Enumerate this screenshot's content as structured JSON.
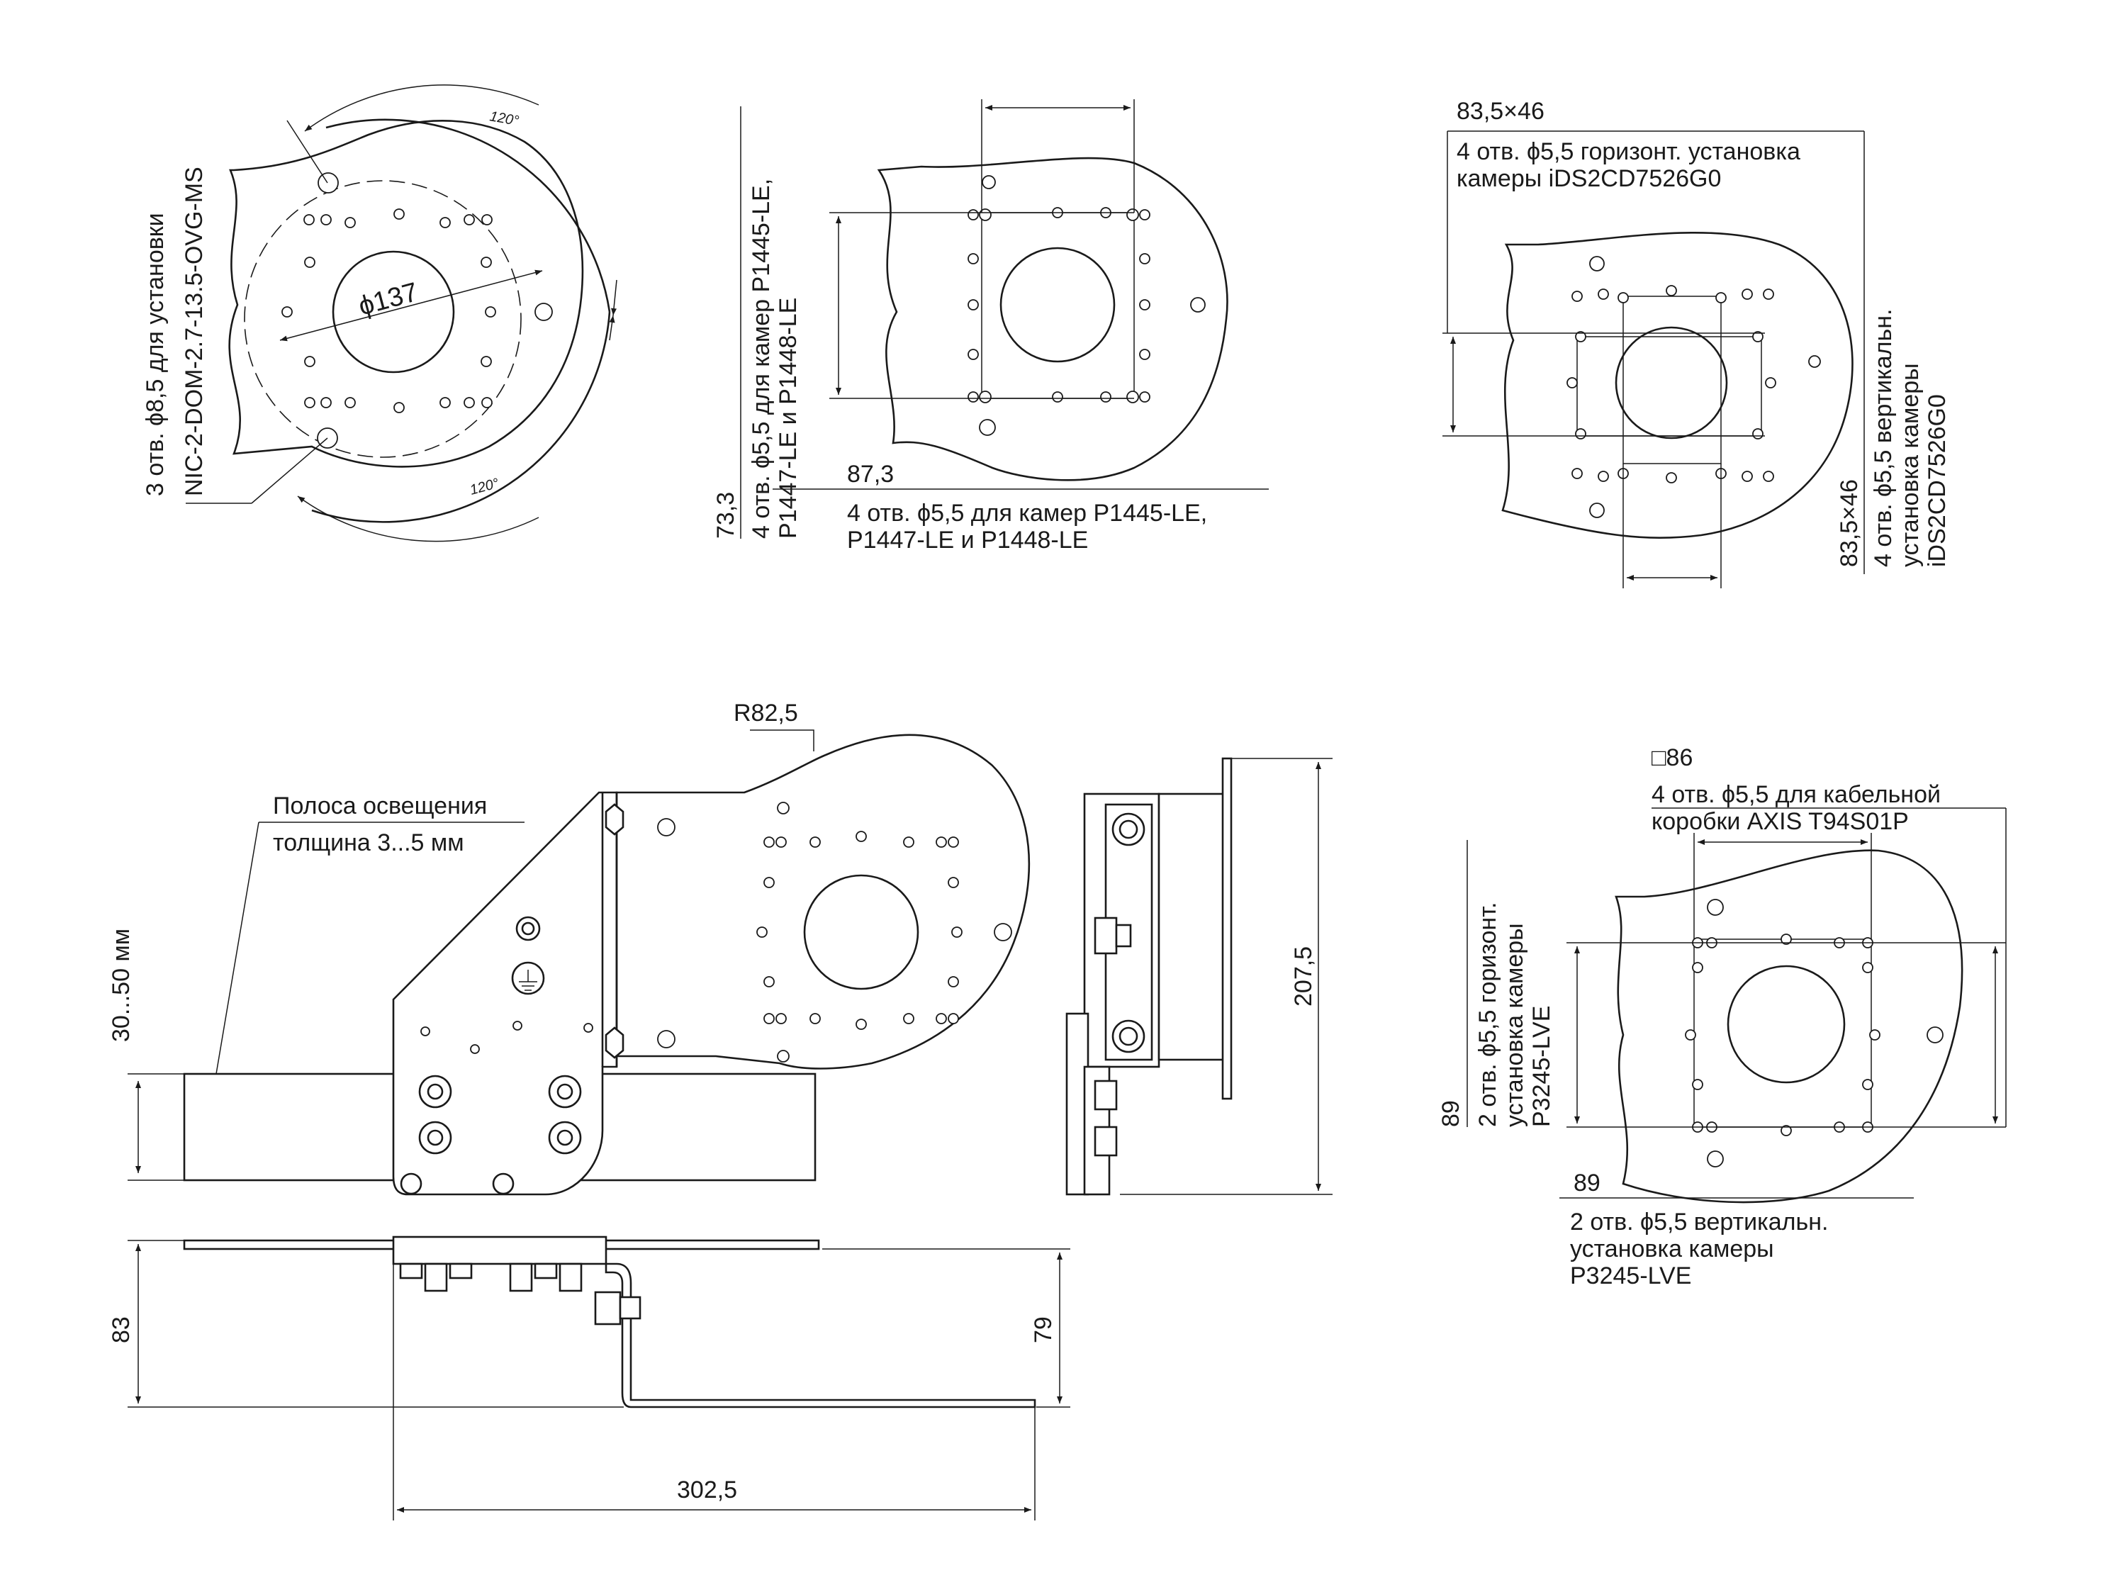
{
  "views": {
    "dome_mount": {
      "callout": "3 отв. ϕ8,5 для установки",
      "callout_model": "NIC-2-DOM-2.7-13.5-OVG-MS",
      "diameter": "ϕ137",
      "angle_top": "120°",
      "angle_bottom": "120°"
    },
    "axis_p1445": {
      "height_dim": "73,3",
      "width_dim": "87,3",
      "side_text": [
        "4 отв. ϕ5,5 для камер P1445-LE,",
        "P1447-LE и P1448-LE"
      ],
      "bottom_text": [
        "4 отв. ϕ5,5 для камер P1445-LE,",
        "P1447-LE и P1448-LE"
      ]
    },
    "ids_mount": {
      "top_dim": "83,5×46",
      "top_text": [
        "4 отв. ϕ5,5 горизонт. установка",
        "камеры iDS2CD7526G0"
      ],
      "side_dim": "83,5×46",
      "side_text": [
        "4 отв. ϕ5,5 вертикальн.",
        "установка камеры",
        "iDS2CD7526G0"
      ]
    },
    "front_view": {
      "radius": "R82,5",
      "strip_label": [
        "Полоса освещения",
        "толщина 3...5 мм"
      ],
      "strip_range": "30...50 мм",
      "ground_symbol": "ground-symbol"
    },
    "side_view": {
      "height_dim": "207,5"
    },
    "top_view": {
      "width_dim": "302,5",
      "total_height": "83",
      "inner_height": "79"
    },
    "axis_p3245": {
      "square_dim": "□86",
      "top_text": [
        "4 отв. ϕ5,5 для кабельной",
        "коробки AXIS T94S01P"
      ],
      "left_dim": "89",
      "left_text": [
        "2 отв. ϕ5,5 горизонт.",
        "установка камеры",
        "P3245-LVE"
      ],
      "bottom_dim": "89",
      "bottom_text": [
        "2 отв. ϕ5,5 вертикальн.",
        "установка камеры",
        "P3245-LVE"
      ]
    }
  }
}
